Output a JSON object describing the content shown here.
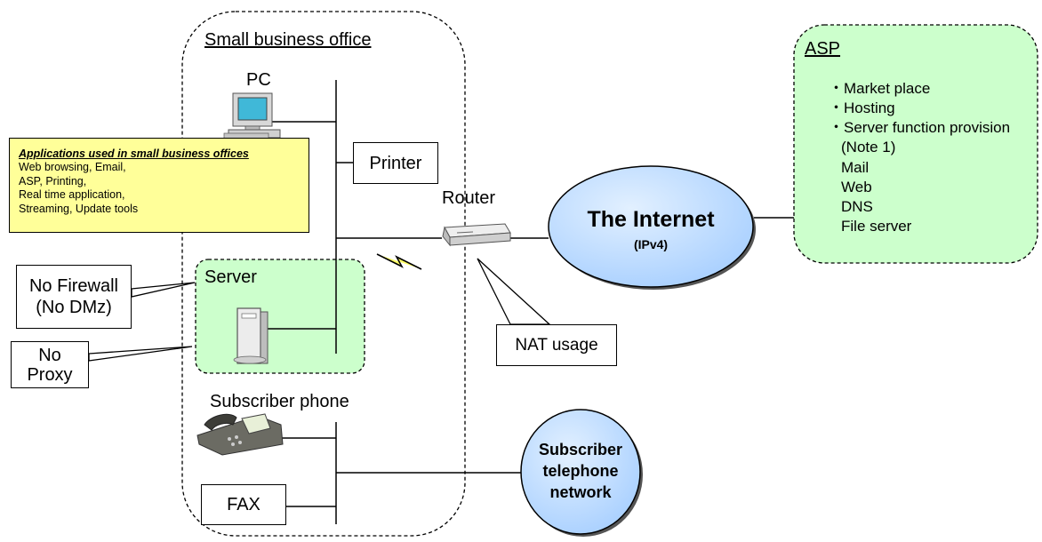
{
  "office": {
    "label": "Small business office",
    "pc_label": "PC",
    "printer_label": "Printer",
    "server_label": "Server",
    "phone_label": "Subscriber phone",
    "fax_label": "FAX"
  },
  "applications": {
    "title": "Applications used in small business offices",
    "lines": [
      "Web browsing, Email,",
      "ASP, Printing,",
      "Real time application,",
      "Streaming, Update tools"
    ]
  },
  "callouts": {
    "firewall_line1": "No Firewall",
    "firewall_line2": "(No DMz)",
    "proxy_line1": "No",
    "proxy_line2": "Proxy",
    "nat": "NAT usage"
  },
  "router_label": "Router",
  "internet": {
    "name": "The Internet",
    "sub": "(IPv4)"
  },
  "telephone_network": {
    "line1": "Subscriber",
    "line2": "telephone",
    "line3": "network"
  },
  "asp": {
    "title": "ASP",
    "items": [
      "・Market place",
      "・Hosting",
      "・Server function provision",
      "(Note 1)",
      "Mail",
      "Web",
      "DNS",
      "File server"
    ]
  },
  "colors": {
    "cloud_fill": "#bcdcff",
    "green_fill": "#ccffcc",
    "note_fill": "#ffff99"
  }
}
